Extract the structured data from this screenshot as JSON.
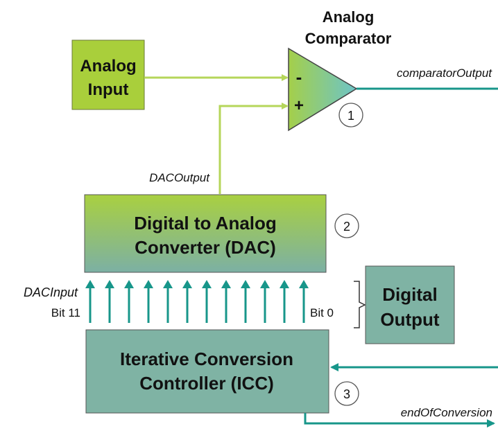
{
  "comparator": {
    "title_line1": "Analog",
    "title_line2": "Comparator",
    "minus": "-",
    "plus": "+",
    "marker": "1",
    "output_label": "comparatorOutput"
  },
  "analog_input": {
    "line1": "Analog",
    "line2": "Input"
  },
  "dac": {
    "line1": "Digital to Analog",
    "line2": "Converter (DAC)",
    "marker": "2",
    "output_label": "DACOutput",
    "input_label": "DACInput",
    "msb_label": "Bit 11",
    "lsb_label": "Bit 0",
    "bit_count": 12
  },
  "digital_output": {
    "line1": "Digital",
    "line2": "Output"
  },
  "icc": {
    "line1": "Iterative Conversion",
    "line2": "Controller (ICC)",
    "marker": "3",
    "eoc_label": "endOfConversion"
  },
  "colors": {
    "lime": "#a9cf3b",
    "lime_line": "#b5d65a",
    "teal": "#17968a",
    "teal_box": "#7fb3a4",
    "border": "#555555"
  }
}
